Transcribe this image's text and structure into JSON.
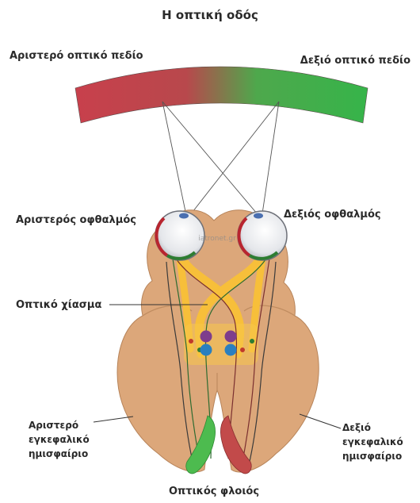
{
  "title": "Η οπτική οδός",
  "labels": {
    "left_field": "Αριστερό οπτικό πεδίο",
    "right_field": "Δεξιό οπτικό πεδίο",
    "left_eye": "Αριστερός οφθαλμός",
    "right_eye": "Δεξιός οφθαλμός",
    "chiasm": "Οπτικό χίασμα",
    "left_hemi_line1": "Αριστερό",
    "left_hemi_line2": "εγκεφαλικό",
    "left_hemi_line3": "ημισφαίριο",
    "right_hemi_line1": "Δεξιό",
    "right_hemi_line2": "εγκεφαλικό",
    "right_hemi_line3": "ημισφαίριο",
    "cortex": "Οπτικός φλοιός"
  },
  "watermark": "iatronet.gr",
  "colors": {
    "field_left": "#c8404c",
    "field_right": "#36b44a",
    "brain": "#dca77a",
    "brain_dark": "#c9925f",
    "pathway": "#f7bf3a",
    "nucleus_purple": "#7e3d8c",
    "nucleus_blue": "#2a7fbf",
    "cortex_green": "#4dbb4f",
    "cortex_red": "#c24a4a"
  }
}
